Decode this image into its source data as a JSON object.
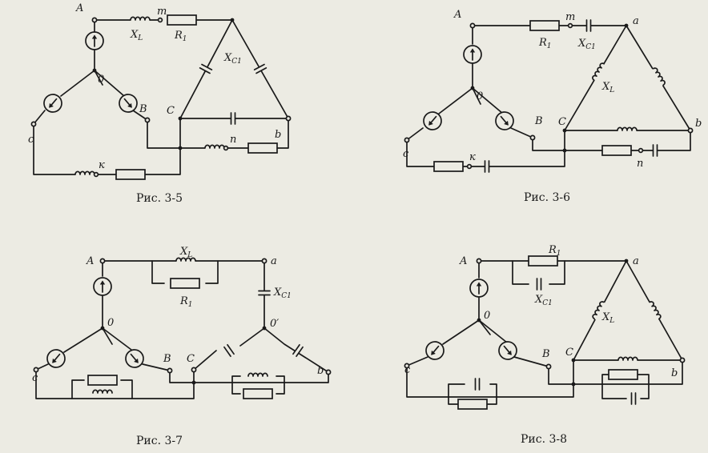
{
  "figures": [
    {
      "caption": "Рис. 3-5",
      "labels": {
        "A": "A",
        "O": "0",
        "B": "B",
        "c": "c",
        "C": "C",
        "b": "b",
        "m": "m",
        "n": "n",
        "k": "к",
        "XL": "X",
        "XL_sub": "L",
        "R1": "R",
        "R1_sub": "1",
        "XC1": "X",
        "XC1_sub": "C1"
      }
    },
    {
      "caption": "Рис. 3-6",
      "labels": {
        "A": "A",
        "O": "0",
        "B": "B",
        "c": "c",
        "C": "C",
        "a": "a",
        "b": "b",
        "m": "m",
        "n": "n",
        "k": "к",
        "XL": "X",
        "XL_sub": "L",
        "R1": "R",
        "R1_sub": "1",
        "XC1": "X",
        "XC1_sub": "C1"
      }
    },
    {
      "caption": "Рис. 3-7",
      "labels": {
        "A": "A",
        "O": "0",
        "B": "B",
        "c": "c",
        "C": "C",
        "a": "a",
        "b": "b",
        "Op": "0′",
        "XL": "X",
        "XL_sub": "L",
        "R1": "R",
        "R1_sub": "1",
        "XC1": "X",
        "XC1_sub": "C1"
      }
    },
    {
      "caption": "Рис. 3-8",
      "labels": {
        "A": "A",
        "O": "0",
        "B": "B",
        "c": "c",
        "C": "C",
        "a": "a",
        "b": "b",
        "XL": "X",
        "XL_sub": "L",
        "R1": "R",
        "R1_sub": "1",
        "XC1": "X",
        "XC1_sub": "C1"
      }
    }
  ],
  "colors": {
    "ink": "#1a1a1a",
    "paper": "#ecebe3"
  },
  "symbols": [
    "voltage-source-icon",
    "resistor-icon",
    "inductor-icon",
    "capacitor-icon",
    "node-dot-icon"
  ]
}
